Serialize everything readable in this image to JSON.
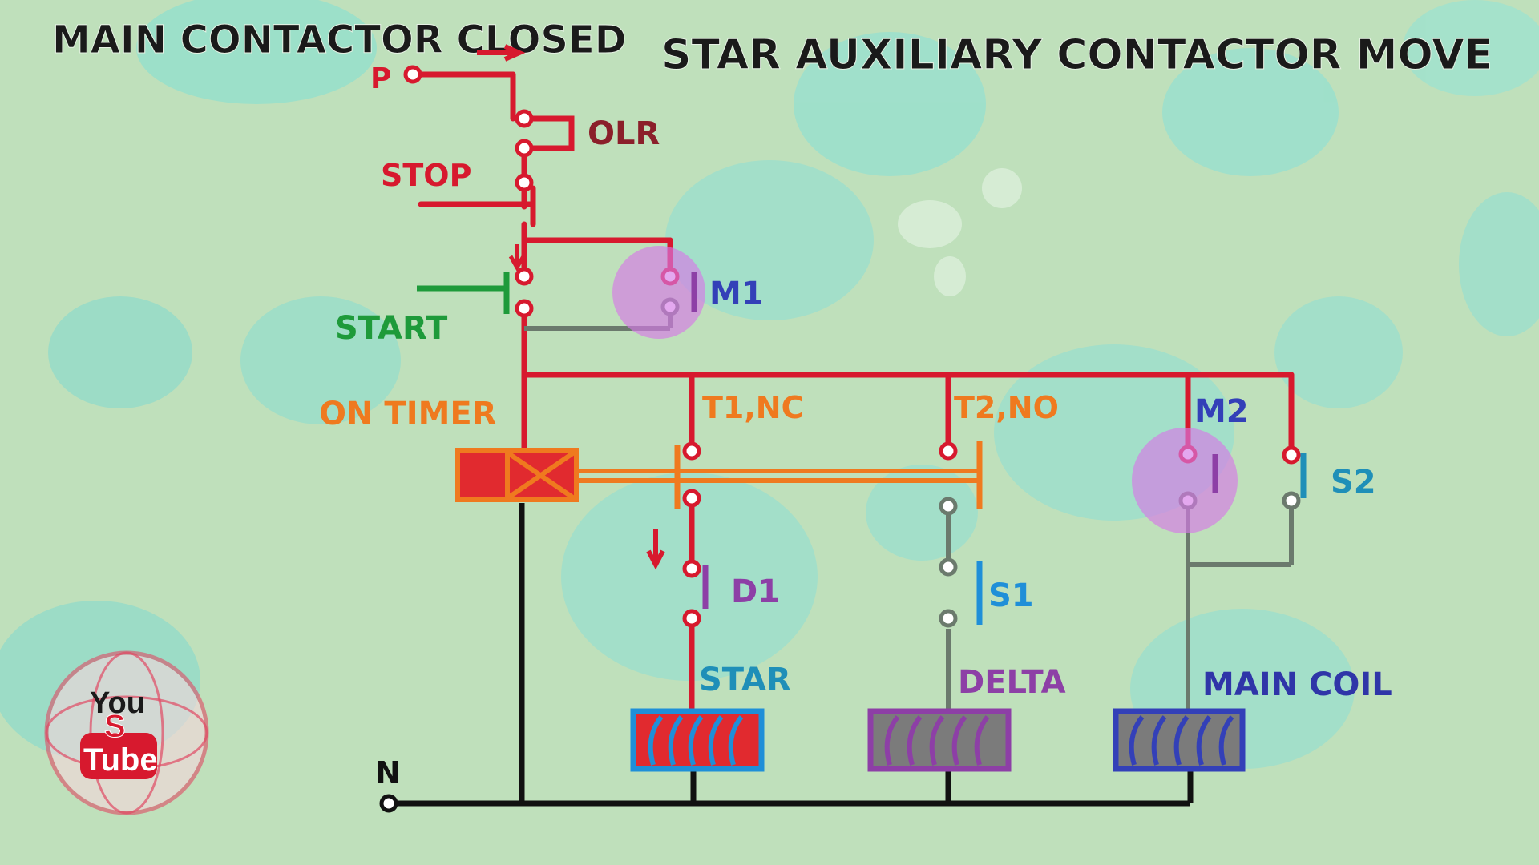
{
  "headers": {
    "left": "MAIN CONTACTOR CLOSED",
    "right": "STAR AUXILIARY CONTACTOR MOVE"
  },
  "labels": {
    "p": "P",
    "olr": "OLR",
    "stop": "STOP",
    "start": "START",
    "m1": "M1",
    "on_timer": "ON TIMER",
    "t1": "T1,NC",
    "t2": "T2,NO",
    "m2": "M2",
    "s2": "S2",
    "d1": "D1",
    "s1": "S1",
    "star": "STAR",
    "delta": "DELTA",
    "main_coil": "MAIN COIL",
    "n": "N"
  },
  "logo": {
    "you": "You",
    "tube": "Tube",
    "s": "S"
  },
  "colors": {
    "background": "#bfe0bb",
    "live_wire": "#d7192e",
    "neutral_wire": "#111111",
    "dead_wire": "#6b7a6d",
    "timer": "#ef7a1f",
    "start_button": "#1e9a3a",
    "highlight": "#d67ae6",
    "star_coil": "#1f8fd8",
    "delta_coil": "#8d3fa6",
    "main_coil": "#3340b8",
    "header_text": "#1a1a1a",
    "teal_label": "#1f8fb8",
    "blue_label": "#2f35a8",
    "purple_label": "#8d3fa6"
  }
}
